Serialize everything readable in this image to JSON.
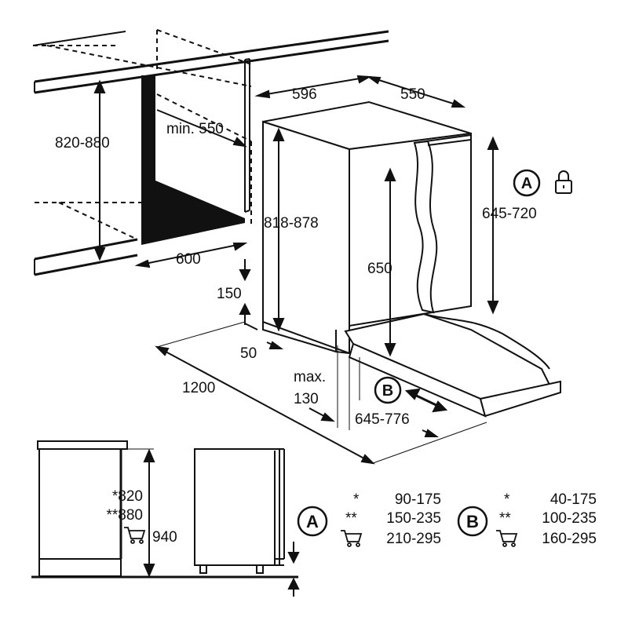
{
  "dimensions": {
    "niche_height": "820-880",
    "min_depth": "min. 550",
    "niche_width": "600",
    "appliance_width": "596",
    "appliance_depth": "550",
    "appliance_height": "818-878",
    "door_height": "650",
    "door_span": "645-720",
    "plinth_height": "150",
    "plinth_depth": "50",
    "door_opening": "1200",
    "max_label": "max.",
    "max_value": "130",
    "b_range": "645-776"
  },
  "markers": {
    "a": "A",
    "b": "B"
  },
  "heights": {
    "h1": "*820",
    "h2": "**880",
    "h3": "940"
  },
  "table_a": {
    "label": "A",
    "rows": [
      {
        "mark": "*",
        "value": "90-175"
      },
      {
        "mark": "**",
        "value": "150-235"
      },
      {
        "mark": "cart",
        "value": "210-295"
      }
    ]
  },
  "table_b": {
    "label": "B",
    "rows": [
      {
        "mark": "*",
        "value": "40-175"
      },
      {
        "mark": "**",
        "value": "100-235"
      },
      {
        "mark": "cart",
        "value": "160-295"
      }
    ]
  },
  "icons": [
    "lock-icon",
    "cart-icon"
  ],
  "colors": {
    "line": "#111111",
    "background": "#ffffff"
  }
}
